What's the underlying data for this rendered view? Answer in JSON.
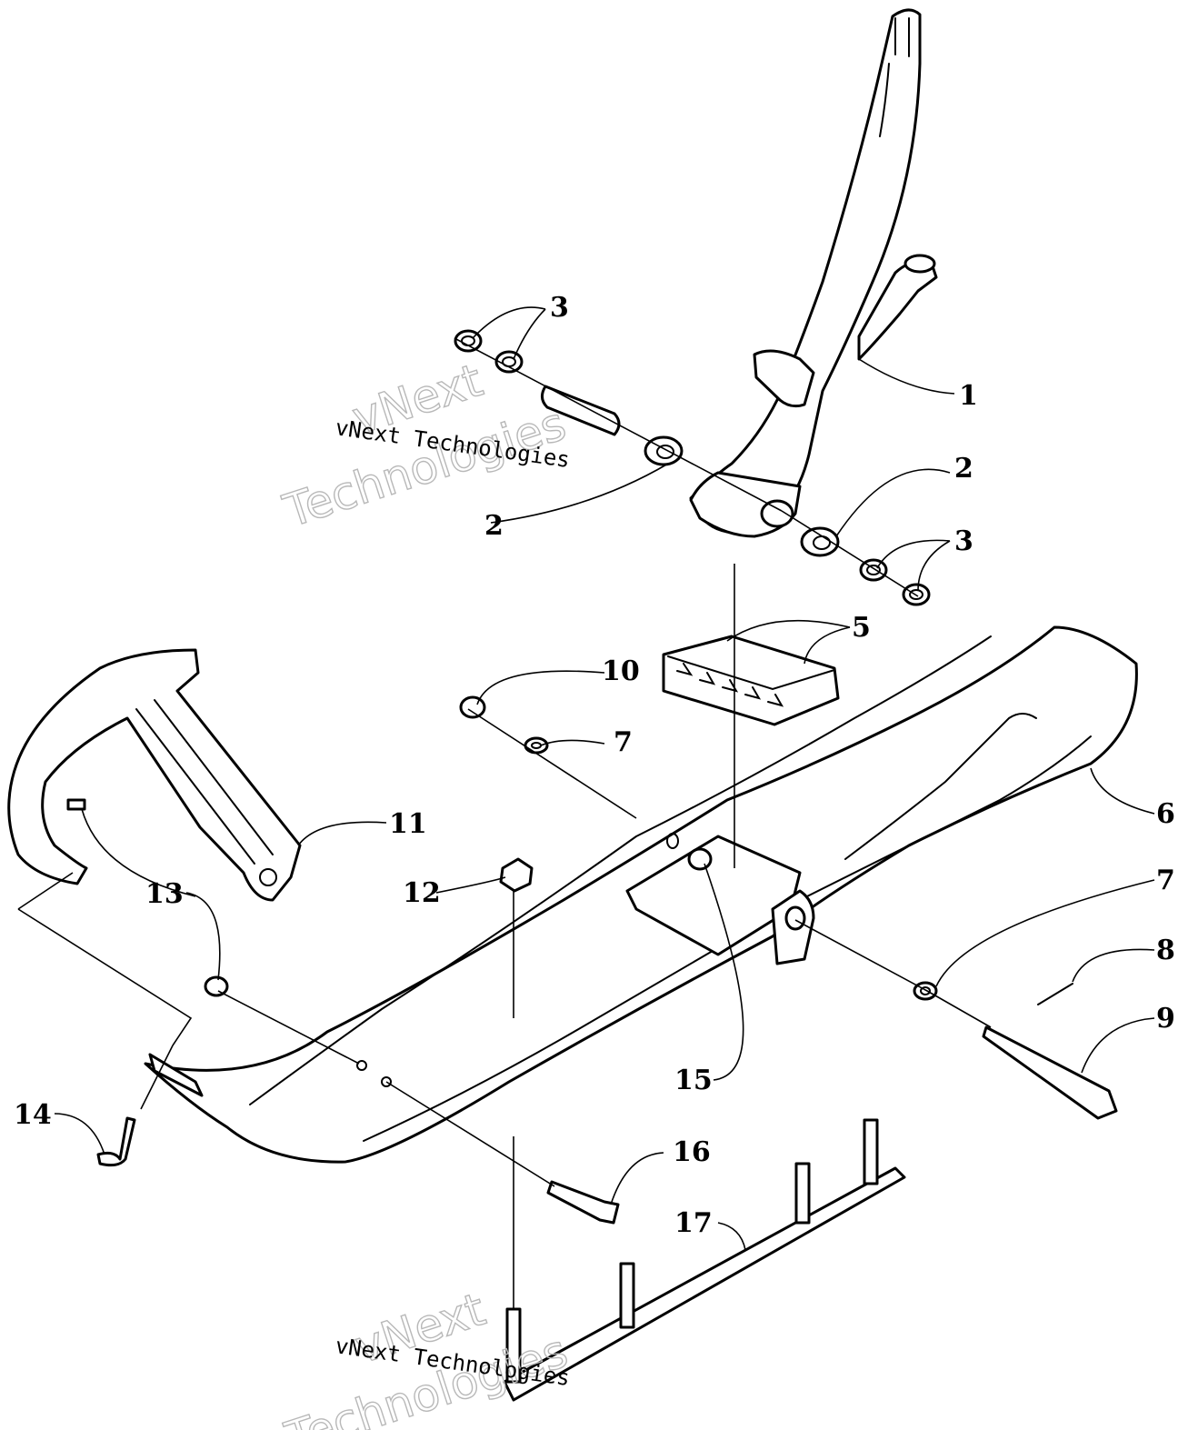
{
  "callouts": {
    "c1": "1",
    "c2a": "2",
    "c2b": "2",
    "c3a": "3",
    "c3b": "3",
    "c5": "5",
    "c6": "6",
    "c7a": "7",
    "c7b": "7",
    "c8": "8",
    "c9": "9",
    "c10": "10",
    "c11": "11",
    "c12": "12",
    "c13": "13",
    "c14": "14",
    "c15": "15",
    "c16": "16",
    "c17": "17"
  },
  "watermark": {
    "line_small": "vNext Technologies",
    "line_big_1": "vNext",
    "line_big_2": "Technologies"
  },
  "colors": {
    "ink": "#000000",
    "background": "#ffffff",
    "watermark": "#b8b8b8"
  }
}
